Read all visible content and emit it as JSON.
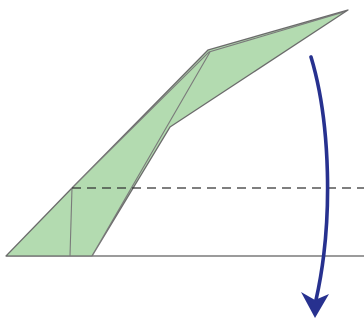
{
  "diagram": {
    "kind": "origami-fold-step",
    "colors": {
      "paper_fill": "#b3dbb0",
      "paper_edge": "#6b6b6b",
      "crease_line": "#7a7a7a",
      "base_line": "#7a7a7a",
      "fold_line": "#333333",
      "arrow": "#27318f"
    },
    "elements": {
      "paper": "green-folded-flap",
      "fold_line_style": "dashed",
      "arrow": "curved-down-arrow"
    }
  }
}
